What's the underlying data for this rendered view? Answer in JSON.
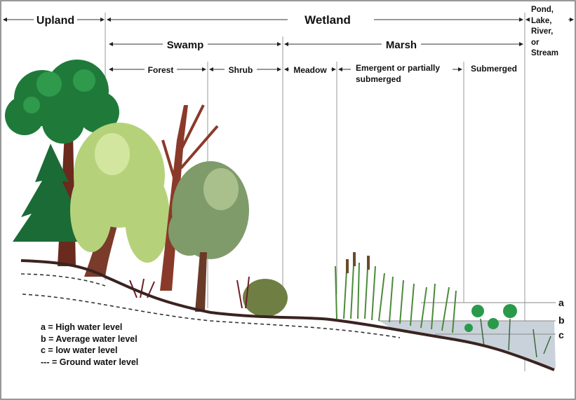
{
  "zones": {
    "upland": "Upland",
    "wetland": "Wetland",
    "open_water": [
      "Pond,",
      "Lake,",
      "River,",
      "or",
      "Stream"
    ],
    "swamp": "Swamp",
    "marsh": "Marsh",
    "forest": "Forest",
    "shrub": "Shrub",
    "meadow": "Meadow",
    "emergent": [
      "Emergent or partially",
      "submerged"
    ],
    "submerged": "Submerged"
  },
  "water_levels": {
    "a": "a",
    "b": "b",
    "c": "c"
  },
  "legend": [
    "a = High water level",
    "b = Average water level",
    "c = low water level",
    "--- = Ground water level"
  ],
  "colors": {
    "ground": "#3a2320",
    "water": "#c9d2da",
    "tree_dark": "#1f7a3a",
    "willow": "#b5d27a",
    "trunk": "#7a3b2a"
  }
}
